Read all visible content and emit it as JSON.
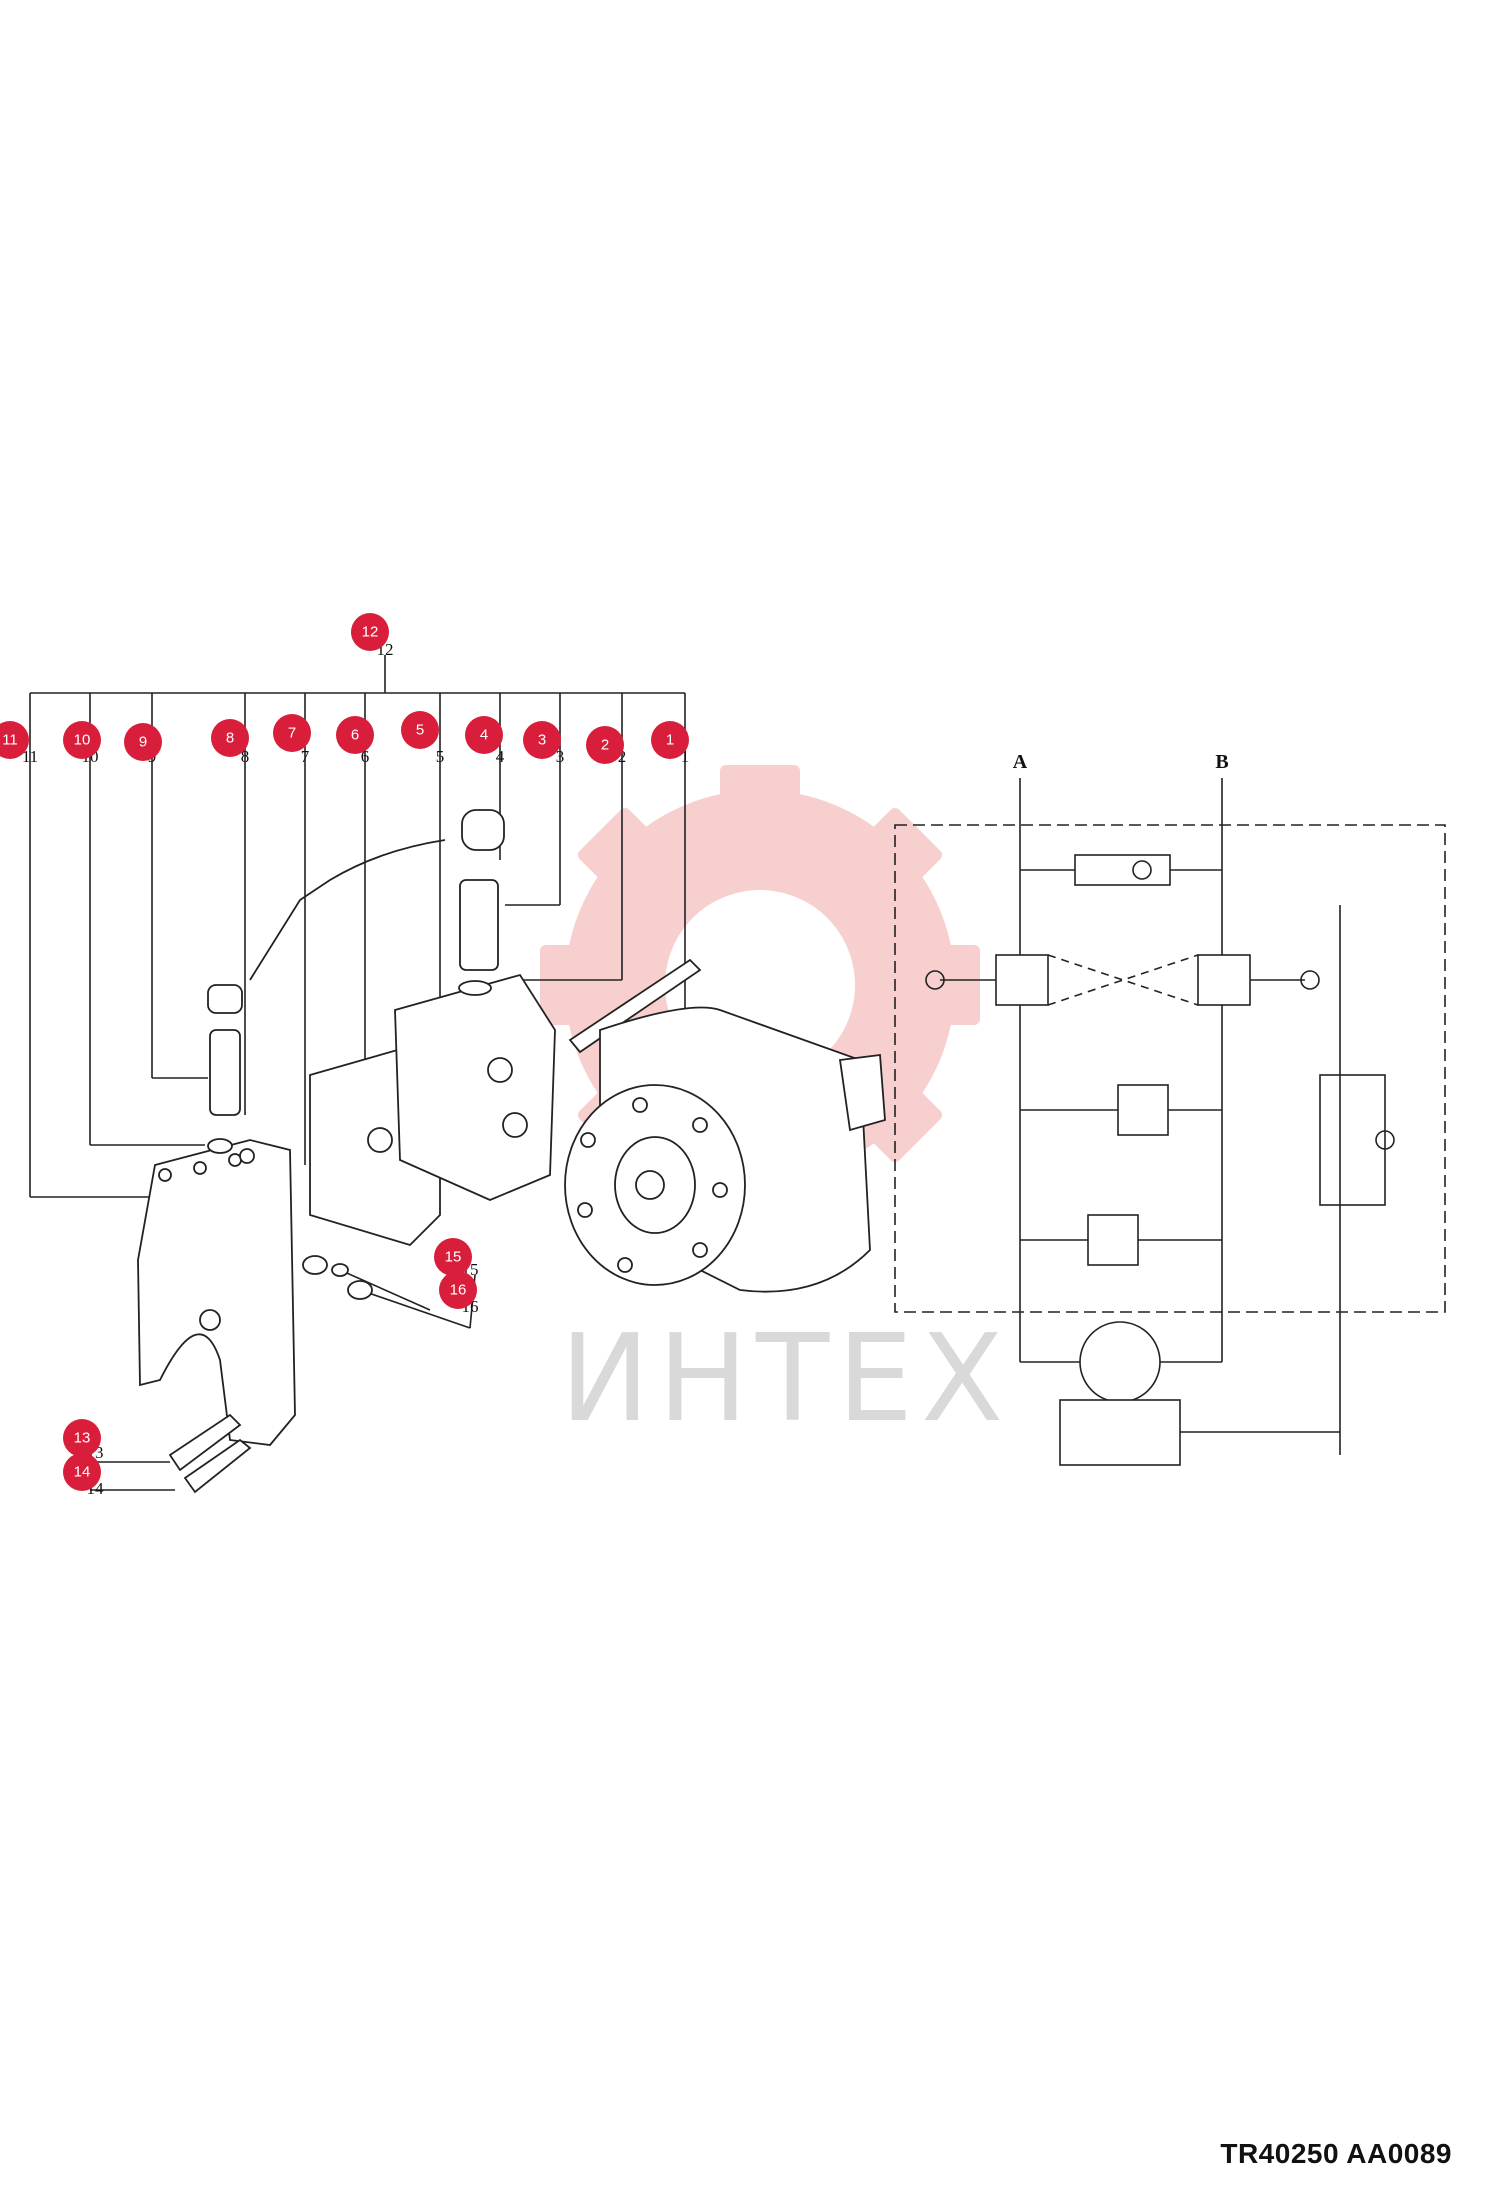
{
  "callouts": [
    {
      "num": "1",
      "print": "1"
    },
    {
      "num": "2",
      "print": "2"
    },
    {
      "num": "3",
      "print": "3"
    },
    {
      "num": "4",
      "print": "4"
    },
    {
      "num": "5",
      "print": "5"
    },
    {
      "num": "6",
      "print": "6"
    },
    {
      "num": "7",
      "print": "7"
    },
    {
      "num": "8",
      "print": "8"
    },
    {
      "num": "9",
      "print": "9"
    },
    {
      "num": "10",
      "print": "10"
    },
    {
      "num": "11",
      "print": "11"
    },
    {
      "num": "12",
      "print": "12"
    },
    {
      "num": "13",
      "print": "13"
    },
    {
      "num": "14",
      "print": "14"
    },
    {
      "num": "15",
      "print": "15"
    },
    {
      "num": "16",
      "print": "16"
    }
  ],
  "schematic": {
    "port_a": "A",
    "port_b": "B"
  },
  "watermark": {
    "text": "ИНТЕХ",
    "logo_icon": "gear-logo-icon"
  },
  "document_code": "TR40250 AA0089",
  "colors": {
    "callout": "#d81e3a",
    "line": "#222222",
    "watermark": "#f2a9a9"
  }
}
